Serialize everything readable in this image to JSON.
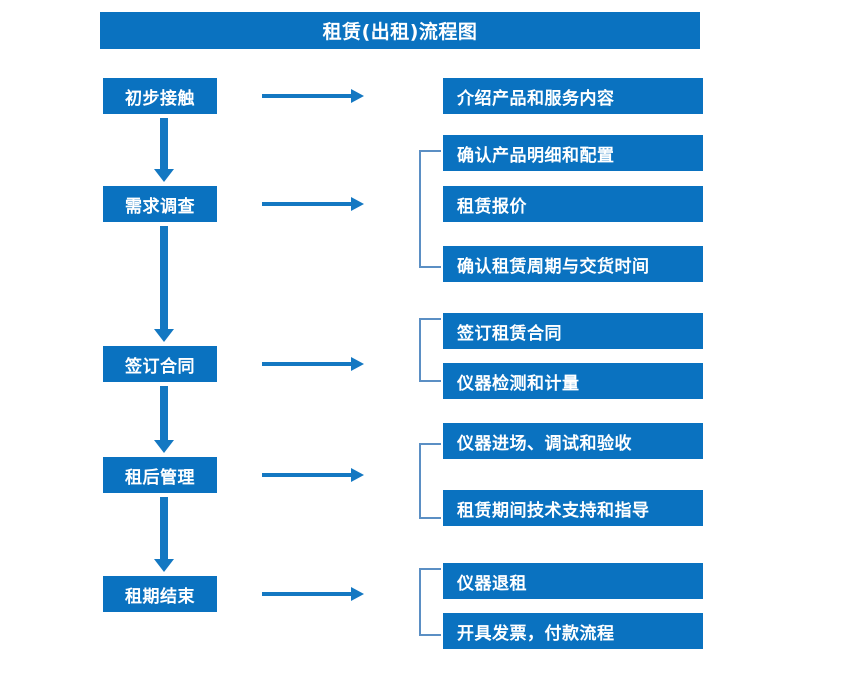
{
  "title": "租赁(出租)流程图",
  "theme": {
    "box_fill": "#0a72c0",
    "box_text": "#ffffff",
    "arrow_color": "#1478c2",
    "bracket_color": "#5b8fc4",
    "background": "#ffffff"
  },
  "stages": [
    {
      "label": "初步接触"
    },
    {
      "label": "需求调查"
    },
    {
      "label": "签订合同"
    },
    {
      "label": "租后管理"
    },
    {
      "label": "租期结束"
    }
  ],
  "details": {
    "group1": [
      {
        "label": "介绍产品和服务内容"
      }
    ],
    "group2": [
      {
        "label": "确认产品明细和配置"
      },
      {
        "label": "租赁报价"
      },
      {
        "label": "确认租赁周期与交货时间"
      }
    ],
    "group3": [
      {
        "label": "签订租赁合同"
      },
      {
        "label": "仪器检测和计量"
      }
    ],
    "group4": [
      {
        "label": "仪器进场、调试和验收"
      },
      {
        "label": "租赁期间技术支持和指导"
      }
    ],
    "group5": [
      {
        "label": "仪器退租"
      },
      {
        "label": "开具发票，付款流程"
      }
    ]
  },
  "connectors": {
    "horizontal_arrow_name": "right-arrow-icon",
    "vertical_arrow_name": "down-arrow-icon",
    "bracket_name": "group-bracket-icon"
  }
}
